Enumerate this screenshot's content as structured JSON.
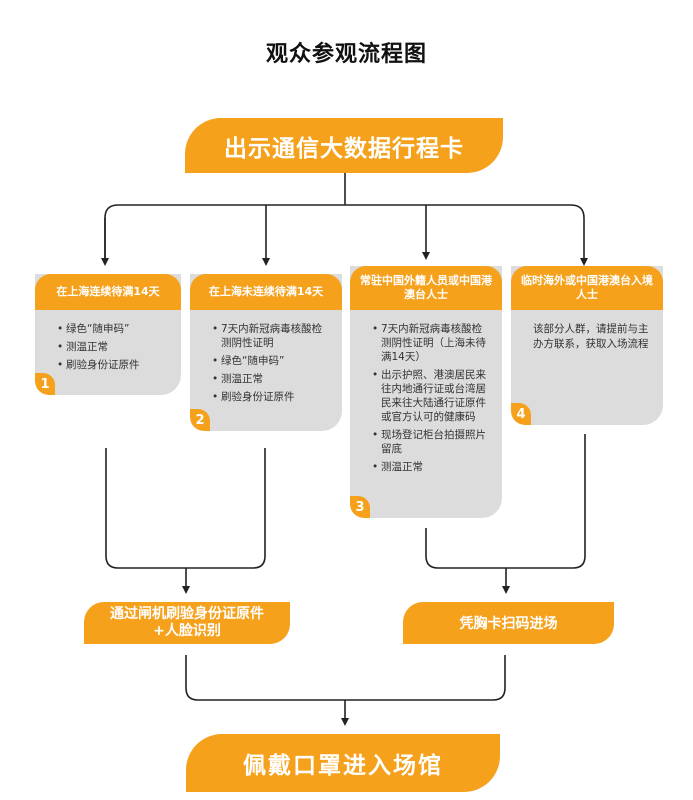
{
  "title": "观众参观流程图",
  "start": "出示通信大数据行程卡",
  "categories": [
    {
      "number": "1",
      "heading": "在上海连续待满14天",
      "items": [
        "绿色“随申码”",
        "测温正常",
        "刷验身份证原件"
      ]
    },
    {
      "number": "2",
      "heading": "在上海未连续待满14天",
      "items": [
        "7天内新冠病毒核酸检测阴性证明",
        "绿色“随申码”",
        "测温正常",
        "刷验身份证原件"
      ]
    },
    {
      "number": "3",
      "heading": "常驻中国外籍人员或中国港澳台人士",
      "items": [
        "7天内新冠病毒核酸检测阴性证明（上海未待满14天）",
        "出示护照、港澳居民来往内地通行证或台湾居民来往大陆通行证原件或官方认可的健康码",
        "现场登记柜台拍摄照片留底",
        "测温正常"
      ]
    },
    {
      "number": "4",
      "heading": "临时海外或中国港澳台入境人士",
      "text": "该部分人群，请提前与主办方联系，获取入场流程"
    }
  ],
  "merge_left": "通过闸机刷验身份证原件\n+人脸识别",
  "merge_right": "凭胸卡扫码进场",
  "end": "佩戴口罩进入场馆",
  "colors": {
    "accent": "#f5a11c",
    "card": "#dcdcdd",
    "line": "#222222",
    "text": "#333333"
  }
}
